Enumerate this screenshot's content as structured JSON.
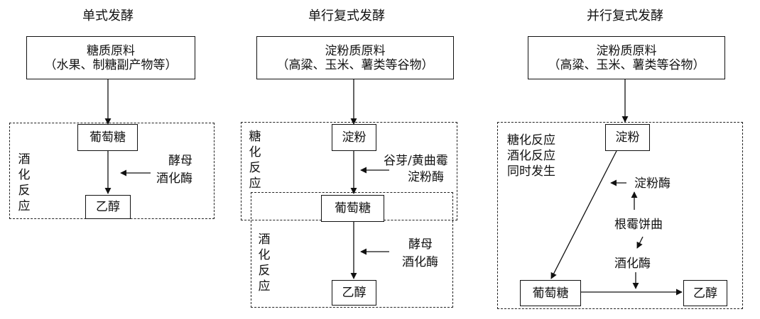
{
  "columns": [
    {
      "title": "单式发酵",
      "source_line1": "糖质原料",
      "source_line2": "（水果、制糖副产物等）",
      "step1": "葡萄糖",
      "result": "乙醇",
      "enzyme_line1": "酵母",
      "enzyme_line2": "酒化酶",
      "region_label": "酒化反应"
    },
    {
      "title": "单行复式发酵",
      "source_line1": "淀粉质原料",
      "source_line2": "（高粱、玉米、薯类等谷物）",
      "step1": "淀粉",
      "step2": "葡萄糖",
      "result": "乙醇",
      "enzyme1_line1": "谷芽/黄曲霉",
      "enzyme1_line2": "淀粉酶",
      "enzyme2_line1": "酵母",
      "enzyme2_line2": "酒化酶",
      "region1_label": "糖化反应",
      "region2_label": "酒化反应"
    },
    {
      "title": "并行复式发酵",
      "source_line1": "淀粉质原料",
      "source_line2": "（高粱、玉米、薯类等谷物）",
      "step1": "淀粉",
      "step2": "葡萄糖",
      "result": "乙醇",
      "note_line1": "糖化反应",
      "note_line2": "酒化反应",
      "note_line3": "同时发生",
      "agent": "根霉饼曲",
      "enzyme1": "淀粉酶",
      "enzyme2": "酒化酶"
    }
  ]
}
